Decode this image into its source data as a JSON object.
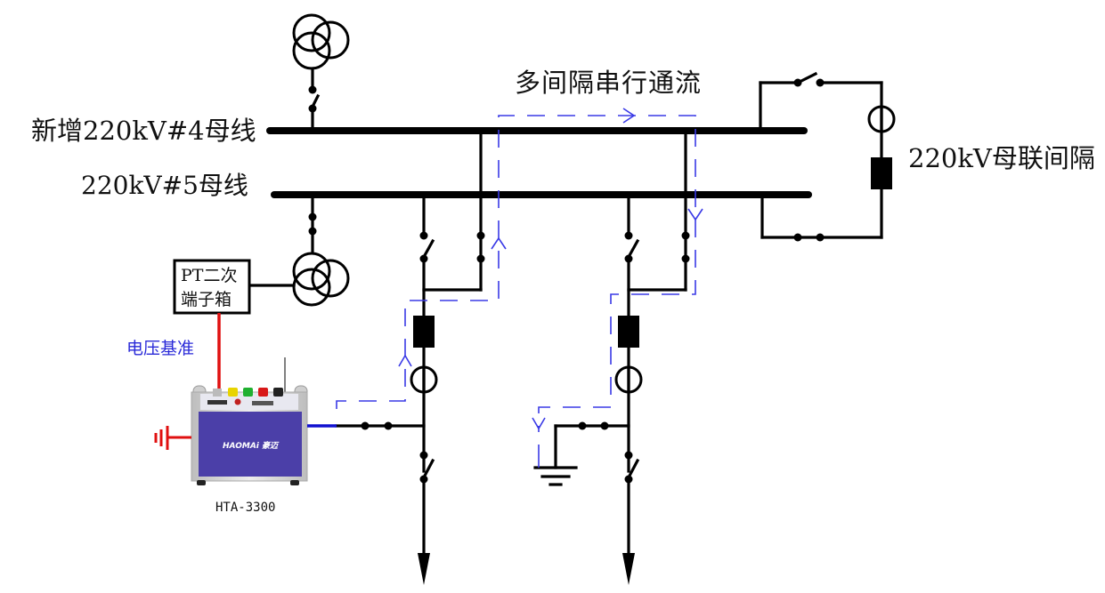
{
  "labels": {
    "bus4": "新增220kV#4母线",
    "bus5": "220kV#5母线",
    "flow_title": "多间隔串行通流",
    "bus_coupler": "220kV母联间隔",
    "pt_box_line1": "PT二次",
    "pt_box_line2": "端子箱",
    "voltage_ref": "电压基准",
    "device_model": "HTA-3300",
    "device_brand": "HAOMAi 豪迈"
  },
  "colors": {
    "wire": "#000000",
    "current_path": "#3a3ae6",
    "voltage_lead": "#e01010",
    "current_lead": "#1010d0",
    "ground_lead": "#e01010",
    "voltage_ref_text": "#2a2ad8",
    "device_panel": "#4b3fa8",
    "device_body": "#d9d9d9"
  },
  "components": {
    "top_pt": "voltage-transformer",
    "bottom_pt": "voltage-transformer",
    "bay_1": [
      "bus-disconnector-open",
      "bus-disconnector-closed",
      "circuit-breaker",
      "current-transformer",
      "grounding-switch-closed",
      "line-disconnector-open",
      "feeder-arrow"
    ],
    "bay_2": [
      "bus-disconnector-open",
      "bus-disconnector-closed",
      "circuit-breaker",
      "current-transformer",
      "grounding-switch-closed",
      "ground",
      "line-disconnector-open",
      "feeder-arrow"
    ],
    "bus_coupler": [
      "disconnector-open",
      "current-transformer",
      "circuit-breaker",
      "disconnector-closed"
    ],
    "device_terminals": [
      "yellow",
      "green",
      "red",
      "black"
    ]
  }
}
